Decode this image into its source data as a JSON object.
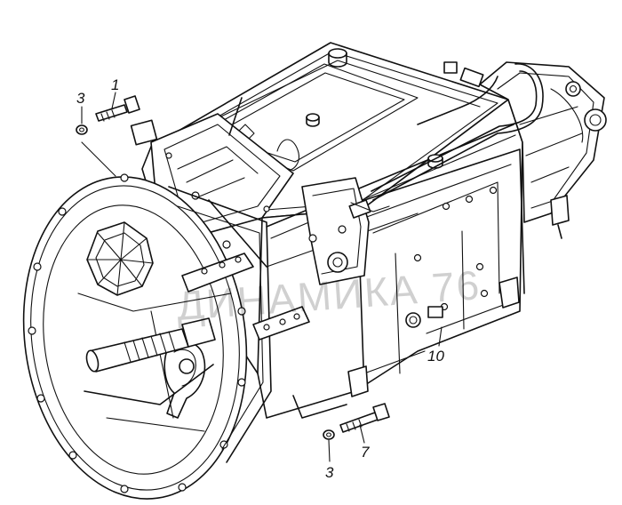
{
  "callouts": [
    {
      "label": "1"
    },
    {
      "label": "3"
    },
    {
      "label": "3"
    },
    {
      "label": "7"
    },
    {
      "label": "10"
    }
  ],
  "watermark": {
    "text": "ДИНАМИКА 76"
  }
}
